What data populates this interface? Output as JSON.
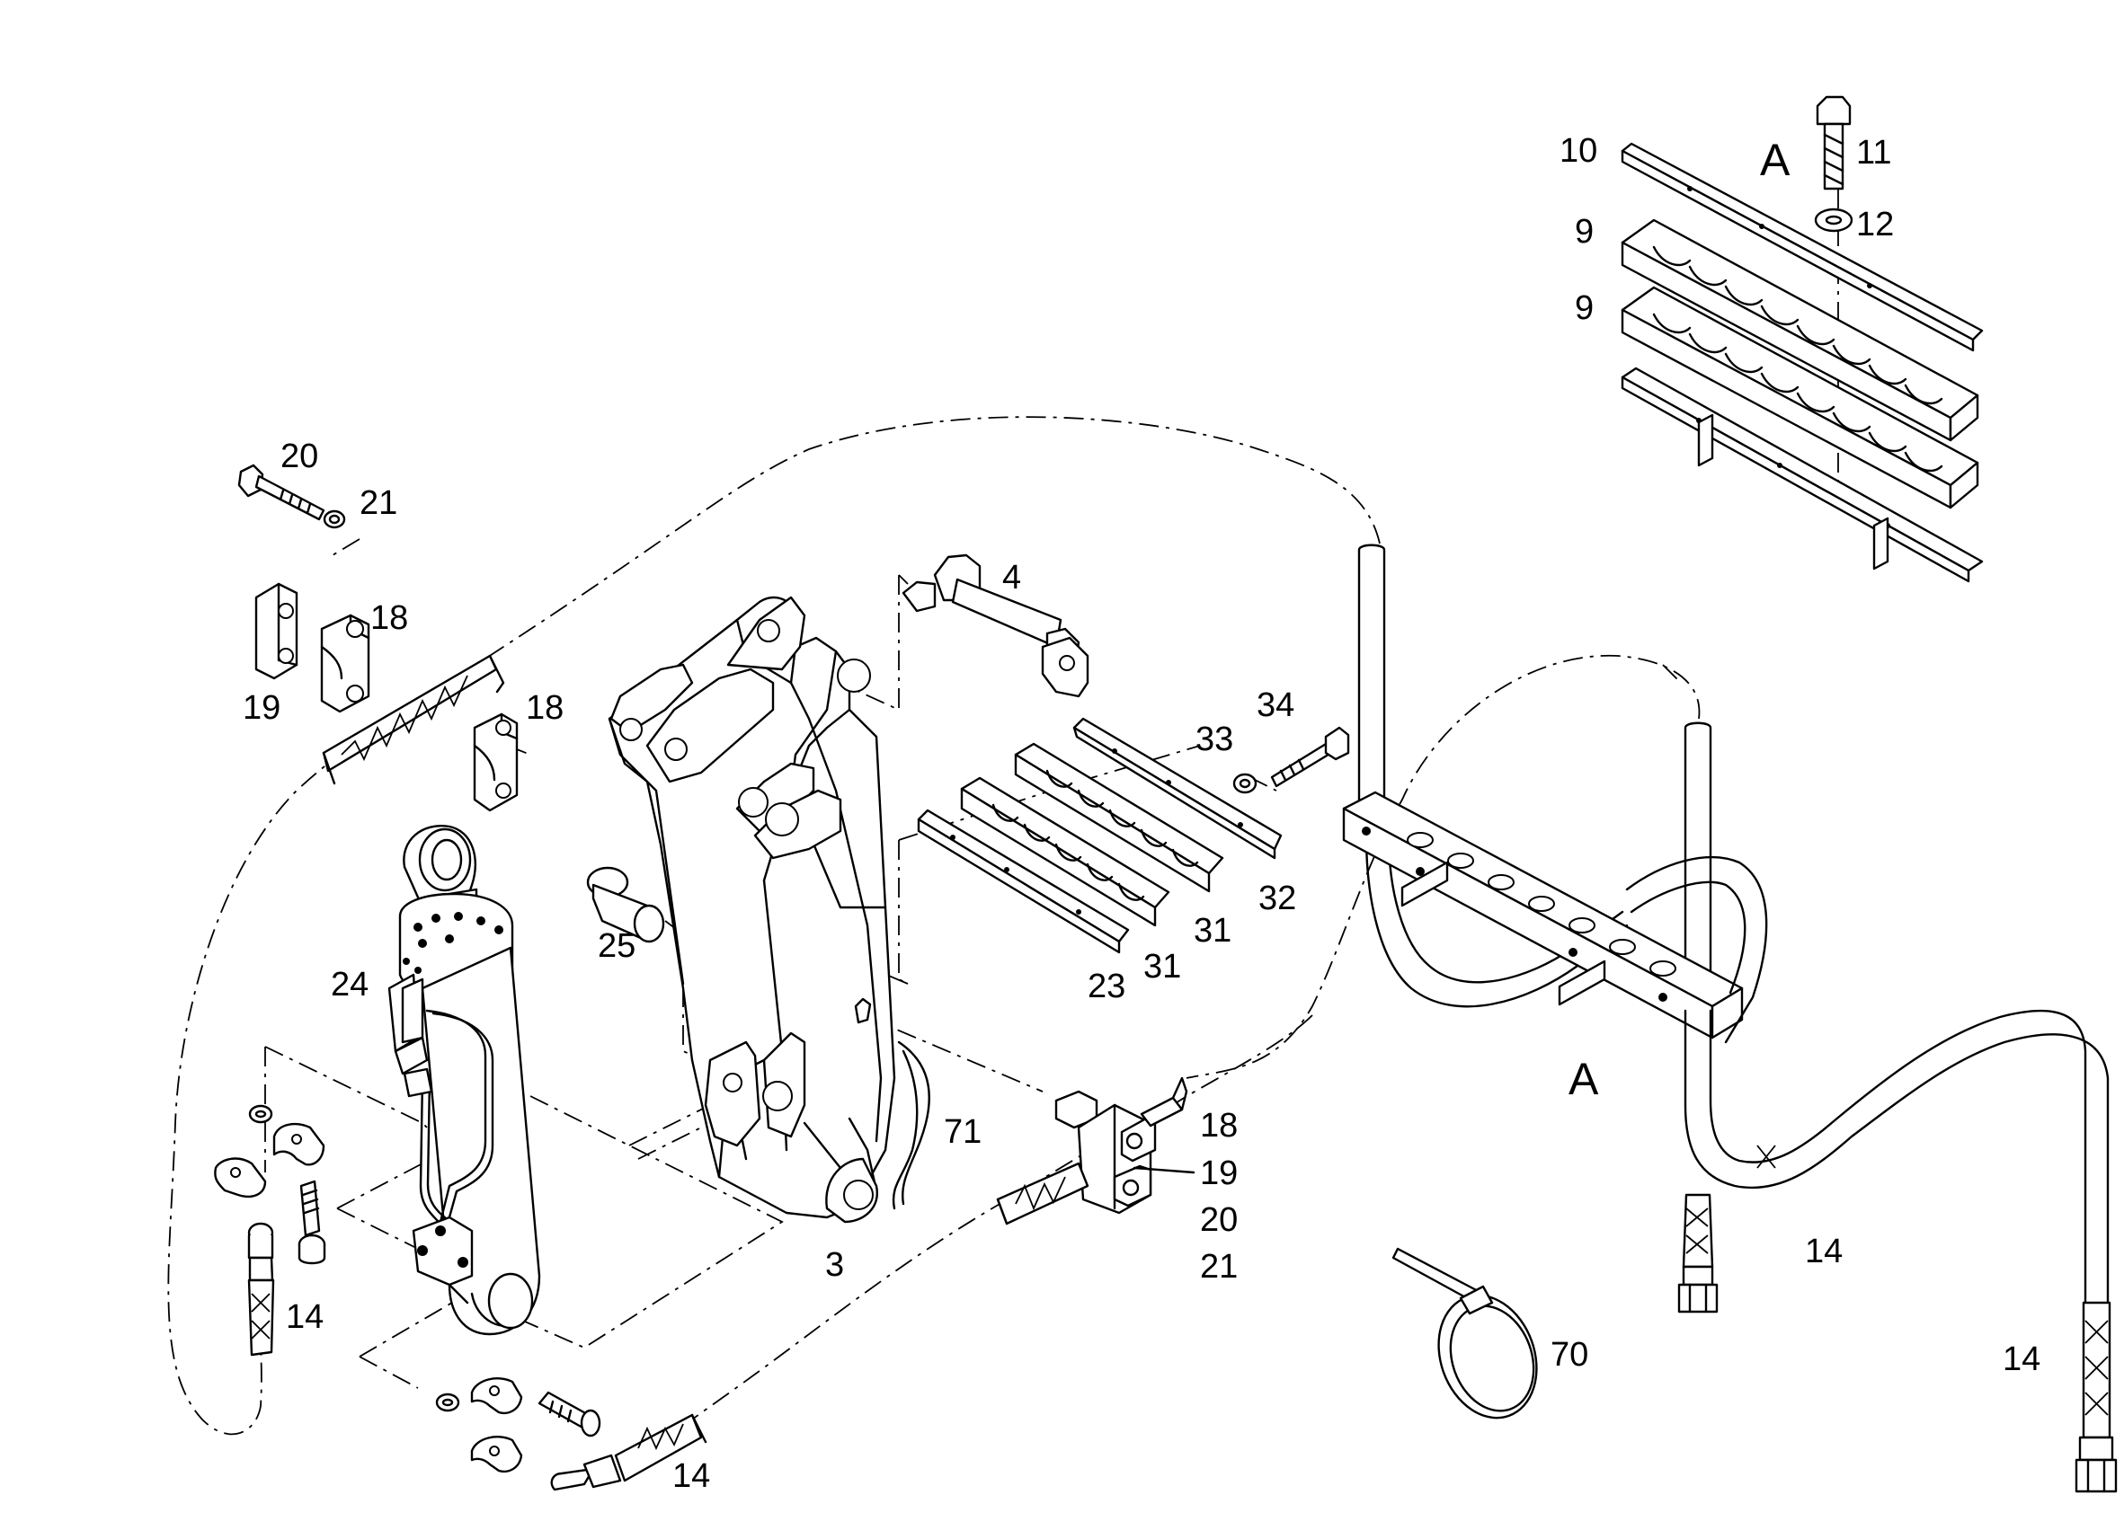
{
  "labels": {
    "p3": "3",
    "p4": "4",
    "p9a": "9",
    "p9b": "9",
    "p10": "10",
    "p11": "11",
    "p12": "12",
    "p14a": "14",
    "p14b": "14",
    "p14c": "14",
    "p14d": "14",
    "p18a": "18",
    "p18b": "18",
    "p18c": "18",
    "p19a": "19",
    "p19b": "19",
    "p20a": "20",
    "p20b": "20",
    "p21a": "21",
    "p21b": "21",
    "p23": "23",
    "p24": "24",
    "p25": "25",
    "p31a": "31",
    "p31b": "31",
    "p32": "32",
    "p33": "33",
    "p34": "34",
    "p70": "70",
    "p71": "71",
    "detailA1": "A",
    "detailA2": "A"
  }
}
